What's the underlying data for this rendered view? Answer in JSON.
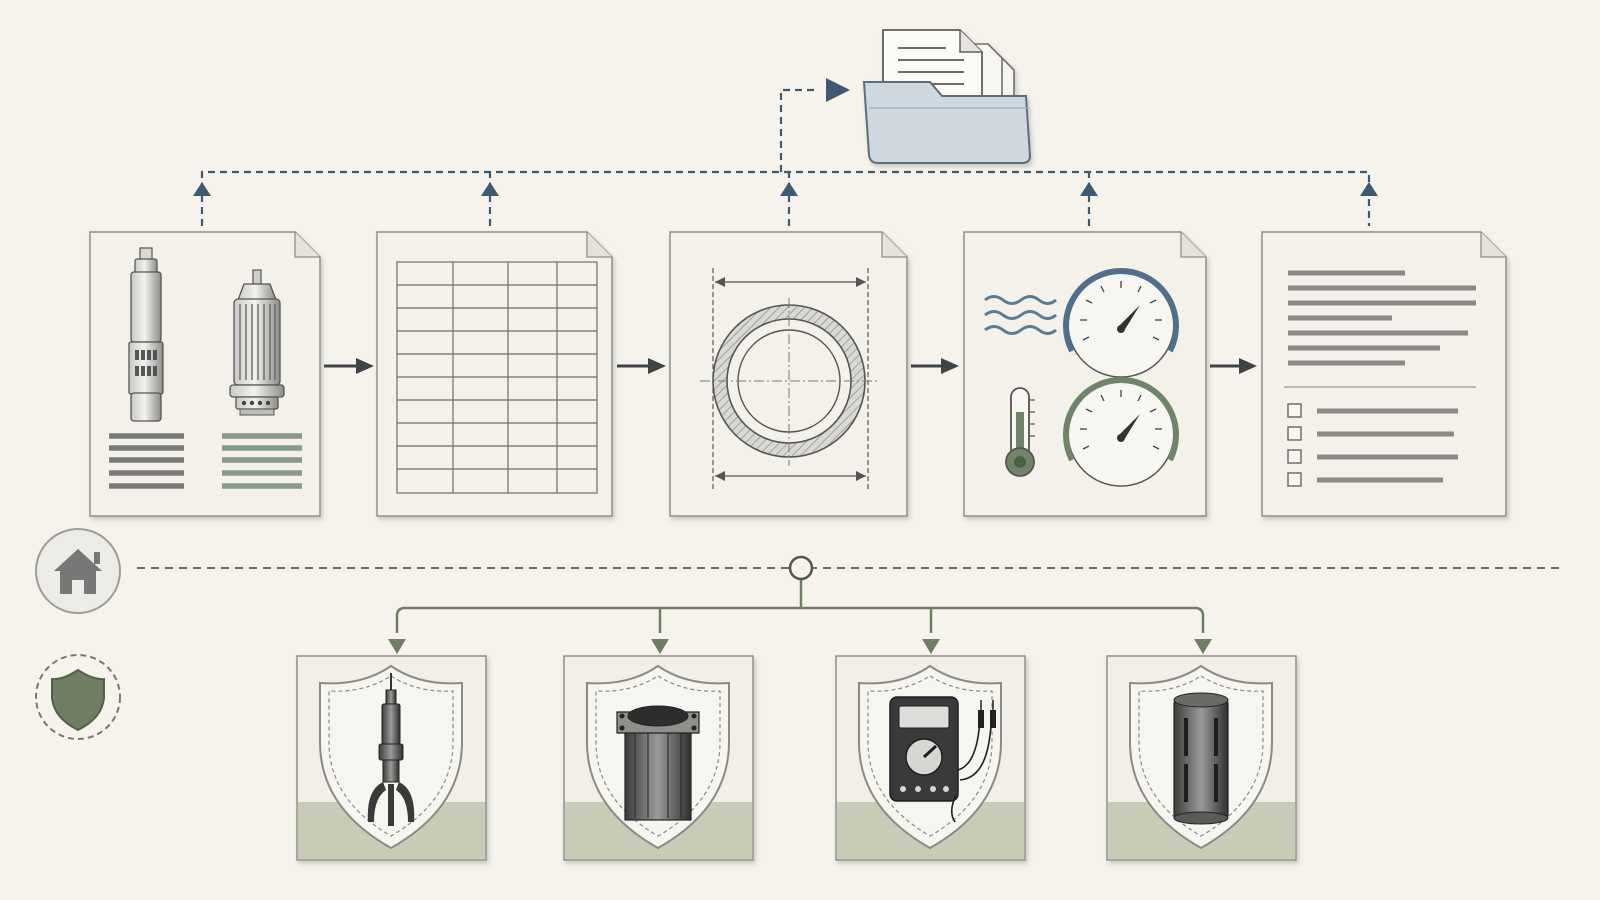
{
  "diagram": {
    "flow_stages": [
      {
        "id": "pump-selection",
        "icon": "submersible-pump-models"
      },
      {
        "id": "data-table",
        "icon": "spreadsheet-grid"
      },
      {
        "id": "pipe-section",
        "icon": "pipe-cross-section"
      },
      {
        "id": "monitoring",
        "icon": "water-temperature-pressure-gauges"
      },
      {
        "id": "report",
        "icon": "text-report-checklist"
      }
    ],
    "archive": {
      "icon": "document-folder"
    },
    "side_markers": [
      {
        "id": "home",
        "icon": "house-icon"
      },
      {
        "id": "protection",
        "icon": "shield-icon"
      }
    ],
    "protection_items": [
      {
        "id": "pump-retrieval",
        "icon": "pump-claw-grabber"
      },
      {
        "id": "well-casing",
        "icon": "flanged-casing-pipe"
      },
      {
        "id": "electrical-testing",
        "icon": "multimeter"
      },
      {
        "id": "well-screen",
        "icon": "slotted-screen-pipe"
      }
    ],
    "colors": {
      "background": "#f5f3ec",
      "card": "#f3f1ea",
      "card_border": "#8f8f8a",
      "blue_accent": "#3d5a70",
      "green_accent": "#77856a",
      "gray_bar": "#7a7a78",
      "green_bar": "#8a9a88"
    }
  }
}
